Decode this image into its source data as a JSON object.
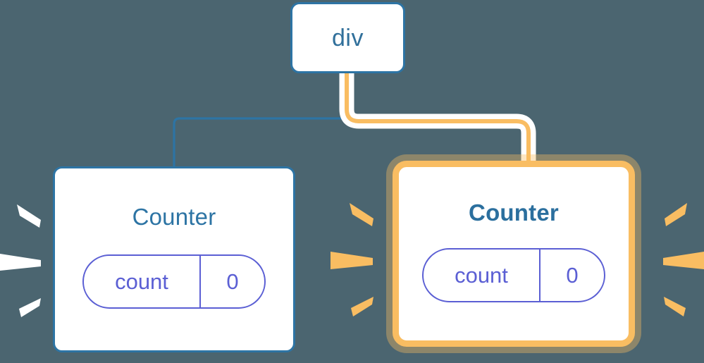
{
  "diagram": {
    "title": "react-component-tree-rerender",
    "background_color": "#4b6570"
  },
  "colors": {
    "background": "#4b6570",
    "node_border_blue": "#2d74a4",
    "node_text_blue": "#31709b",
    "state_purple": "#5b5fd4",
    "highlight_orange": "#f9bd62",
    "highlight_glow": "#fbe0b4",
    "wire_blue": "#2d74a4",
    "wire_white": "#ffffff",
    "node_fill": "#ffffff",
    "sparkle_white": "#ffffff",
    "sparkle_orange": "#f9bd62"
  },
  "nodes": {
    "root": {
      "label": "div",
      "type": "element",
      "highlighted": false
    },
    "left_counter": {
      "title": "Counter",
      "highlighted": false,
      "state": {
        "key": "count",
        "value": "0"
      }
    },
    "right_counter": {
      "title": "Counter",
      "highlighted": true,
      "state": {
        "key": "count",
        "value": "0"
      }
    }
  },
  "edges": [
    {
      "name": "edge-root-to-left-counter",
      "from": "root",
      "to": "left_counter",
      "color": "#2d74a4",
      "highlighted": false
    },
    {
      "name": "edge-root-to-right-counter",
      "from": "root",
      "to": "right_counter",
      "color": "#f9bd62",
      "highlighted": true
    }
  ],
  "sparkles": [
    {
      "name": "sparkle-left-counter-left",
      "color": "#ffffff",
      "count": 3,
      "direction": "right"
    },
    {
      "name": "sparkle-left-counter-right",
      "color": "#f9bd62",
      "count": 3,
      "direction": "right"
    },
    {
      "name": "sparkle-right-counter-right",
      "color": "#f9bd62",
      "count": 3,
      "direction": "left"
    }
  ]
}
